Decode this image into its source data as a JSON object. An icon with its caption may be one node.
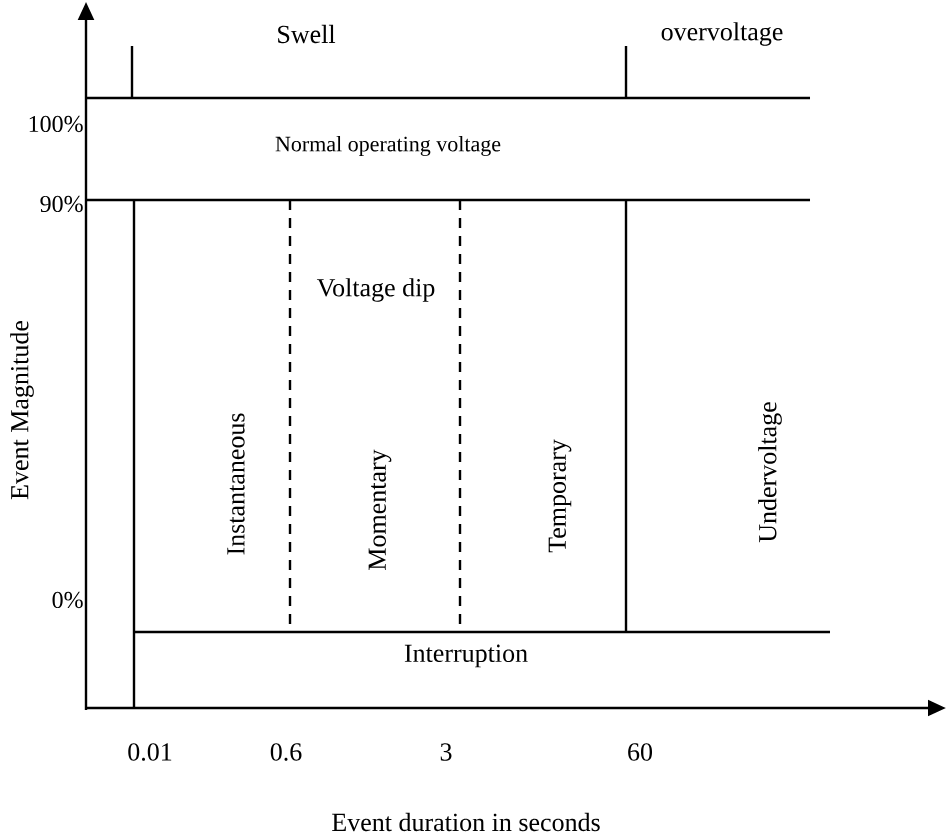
{
  "diagram": {
    "labels": [
      "Swell",
      "overvoltage",
      "100%",
      "Normal operating voltage",
      "90%",
      "Voltage dip",
      "Event Magnitude",
      "Instantaneous",
      "Momentary",
      "Temporary",
      "Undervoltage",
      "0%",
      "Interruption",
      "0.01",
      "0.6",
      "3",
      "60",
      "Event duration in seconds"
    ]
  }
}
